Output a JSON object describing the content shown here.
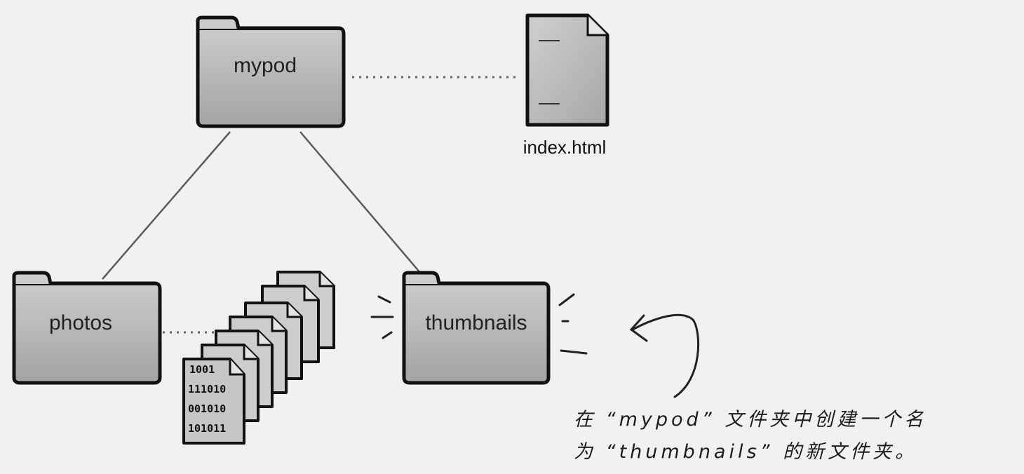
{
  "diagram": {
    "root_folder": {
      "label": "mypod",
      "icon": "folder-icon"
    },
    "root_file": {
      "label": "index.html",
      "icon": "document-icon"
    },
    "children": [
      {
        "label": "photos",
        "icon": "folder-icon"
      },
      {
        "label": "thumbnails",
        "icon": "folder-icon"
      }
    ],
    "image_file_text": [
      "1001",
      "111010",
      "001010",
      "101011"
    ],
    "annotation": {
      "line1": "在 “mypod” 文件夹中创建一个名",
      "line2": "为 “thumbnails” 的新文件夹。"
    },
    "colors": {
      "folder_fill": "#b4b4b4",
      "outline": "#111111",
      "background": "#f1f1ef"
    }
  }
}
